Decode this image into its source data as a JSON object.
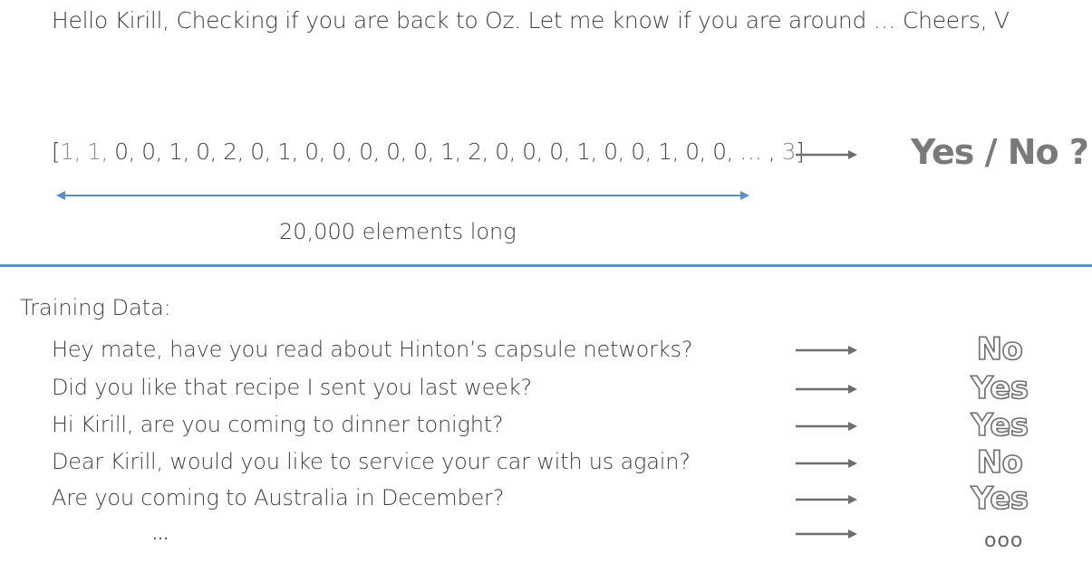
{
  "top": {
    "greeting": "Hello Kirill, Checking if you are back to Oz. Let me know if you are around … Cheers, V",
    "vector_open": "[",
    "vector_dim_prefix": "1, 1,",
    "vector_body": " 0, 0, 1, 0, 2, 0, 1, 0, 0, 0, 0, 0, 1, 2, 0, 0, 0, 1, 0, 0, 1, 0, 0, … , ",
    "vector_dim_suffix": "3",
    "vector_close": "]",
    "question": "Yes / No ?",
    "length_label": "20,000 elements long"
  },
  "training": {
    "title": "Training Data:",
    "rows": [
      {
        "message": "Hey mate, have you read about Hinton’s capsule networks?",
        "label": "No"
      },
      {
        "message": "Did you like that recipe I sent you last week?",
        "label": "Yes"
      },
      {
        "message": "Hi Kirill, are you coming to dinner tonight?",
        "label": "Yes"
      },
      {
        "message": "Dear Kirill, would you like to service your car with us again?",
        "label": "No"
      },
      {
        "message": "Are you coming to Australia in December?",
        "label": "Yes"
      }
    ],
    "more_messages": "…",
    "more_labels": "ooo"
  },
  "colors": {
    "divider": "#5b8ed0",
    "arrow": "#6e6e6e",
    "text": "#404040"
  }
}
